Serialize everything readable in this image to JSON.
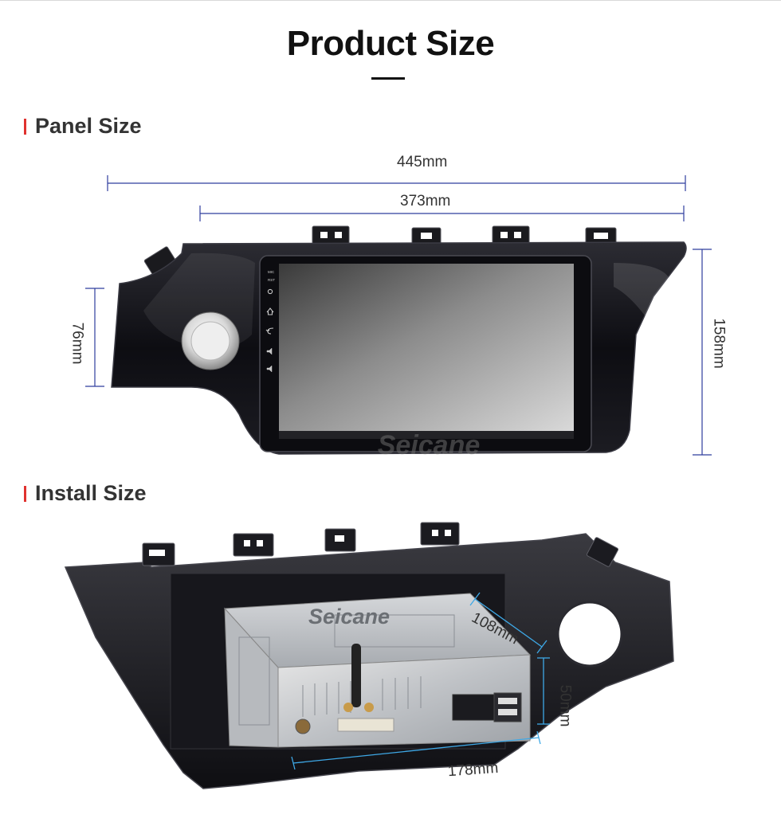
{
  "title": "Product Size",
  "sections": {
    "panel": {
      "heading": "Panel Size",
      "dims": {
        "overall_width": "445mm",
        "frame_width": "373mm",
        "knob_height": "76mm",
        "overall_height": "158mm"
      },
      "brand": "Seicane",
      "screen_icons": [
        "MIC",
        "RST",
        "power-icon",
        "home-icon",
        "back-icon",
        "volume-up-icon",
        "volume-down-icon"
      ]
    },
    "install": {
      "heading": "Install Size",
      "dims": {
        "depth": "108mm",
        "height": "50mm",
        "width": "178mm"
      },
      "brand": "Seicane"
    }
  },
  "colors": {
    "accent": "#e0322f",
    "dimension_line": "#2f3d9e",
    "install_dimension": "#3ea8e6"
  }
}
